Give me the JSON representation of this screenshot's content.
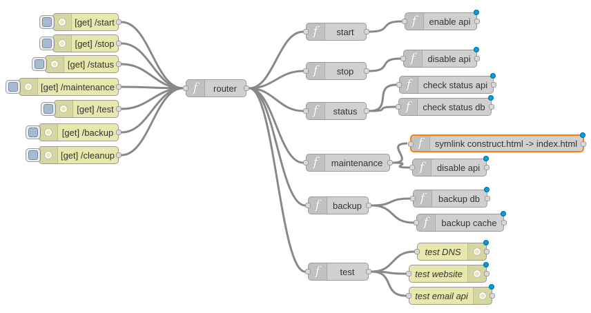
{
  "colors": {
    "function_node": "#d0d0d0",
    "inject_node": "#e7e7ae",
    "debug_node": "#e7e7ae",
    "wire": "#888888",
    "selected_outline": "#ff7f0e",
    "status_dot": "#00a0e8"
  },
  "icons": {
    "function": "function-icon",
    "inject": "inject-icon",
    "debug": "debug-icon"
  },
  "flow": {
    "inject_nodes": [
      {
        "label": "[get] /start"
      },
      {
        "label": "[get] /stop"
      },
      {
        "label": "[get] /status"
      },
      {
        "label": "[get] /maintenance"
      },
      {
        "label": "[get] /test"
      },
      {
        "label": "[get] /backup"
      },
      {
        "label": "[get] /cleanup"
      }
    ],
    "router": {
      "label": "router"
    },
    "routes": [
      {
        "label": "start"
      },
      {
        "label": "stop"
      },
      {
        "label": "status"
      },
      {
        "label": "maintenance"
      },
      {
        "label": "backup"
      },
      {
        "label": "test"
      }
    ],
    "actions": [
      {
        "label": "enable api"
      },
      {
        "label": "disable api"
      },
      {
        "label": "check status api"
      },
      {
        "label": "check status db"
      },
      {
        "label": "symlink construct.html -> index.html"
      },
      {
        "label": "disable api"
      },
      {
        "label": "backup db"
      },
      {
        "label": "backup cache"
      }
    ],
    "debug_nodes": [
      {
        "label": "test DNS"
      },
      {
        "label": "test website"
      },
      {
        "label": "test email api"
      }
    ]
  }
}
